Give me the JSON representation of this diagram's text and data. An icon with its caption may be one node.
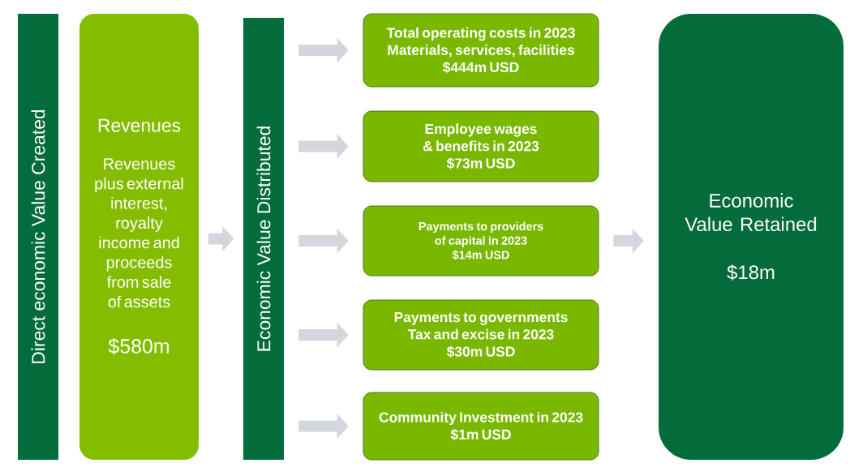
{
  "diagram": {
    "nodes": [
      {
        "text": [
          "Direct economic Value Created"
        ]
      },
      {
        "text": [
          "Revenues",
          "Revenues plus external interest, royalty income and proceeds from sale of assets",
          "$580m"
        ]
      },
      {
        "text": [
          "Economic Value Distributed"
        ]
      },
      {
        "text": [
          "Total operating costs in 2023",
          "Materials, services, facilities",
          "$444m USD"
        ]
      },
      {
        "text": [
          "Employee wages & benefits in 2023",
          "$73m USD"
        ]
      },
      {
        "text": [
          "Payments to providers of capital in 2023",
          "$14m USD"
        ]
      },
      {
        "text": [
          "Payments to governments",
          "Tax and excise in 2023",
          "$30m USD"
        ]
      },
      {
        "text": [
          "Community Investment in 2023",
          "$1m USD"
        ]
      },
      {
        "text": [
          "Economic Value Retained",
          "$18m"
        ]
      }
    ],
    "edges": [
      {
        "from": 1,
        "to": 2,
        "arrow": "to"
      },
      {
        "from": 2,
        "to": 3,
        "arrow": "to"
      },
      {
        "from": 2,
        "to": 4,
        "arrow": "to"
      },
      {
        "from": 2,
        "to": 5,
        "arrow": "to"
      },
      {
        "from": 2,
        "to": 6,
        "arrow": "to"
      },
      {
        "from": 2,
        "to": 7,
        "arrow": "to"
      },
      {
        "from": 5,
        "to": 8,
        "arrow": "to"
      }
    ]
  }
}
